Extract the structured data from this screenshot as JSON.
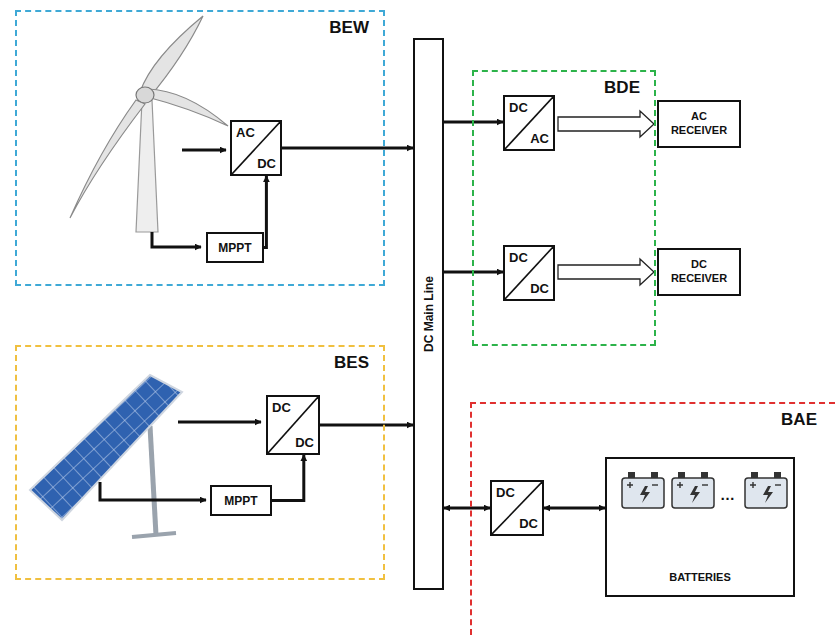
{
  "diagram": {
    "nodes": [
      {
        "text": [
          "BEW"
        ]
      },
      {
        "text": [
          "AC",
          "DC"
        ],
        "in": 0
      },
      {
        "text": [
          "MPPT"
        ],
        "in": 0
      },
      {
        "text": [
          "DC Main Line"
        ]
      },
      {
        "text": [
          "BDE"
        ]
      },
      {
        "text": [
          "DC",
          "AC"
        ],
        "in": 4
      },
      {
        "text": [
          "AC RECEIVER"
        ]
      },
      {
        "text": [
          "DC",
          "DC"
        ],
        "in": 4
      },
      {
        "text": [
          "DC RECEIVER"
        ]
      },
      {
        "text": [
          "BES"
        ]
      },
      {
        "text": [
          "DC",
          "DC"
        ],
        "in": 9
      },
      {
        "text": [
          "MPPT"
        ],
        "in": 9
      },
      {
        "text": [
          "BAE"
        ]
      },
      {
        "text": [
          "DC",
          "DC"
        ],
        "in": 12
      },
      {
        "text": [
          "BATTERIES"
        ],
        "in": 12
      }
    ],
    "edges": [
      {
        "from": 2,
        "to": 1,
        "arrow": "to"
      },
      {
        "from": 1,
        "to": 3,
        "arrow": "to"
      },
      {
        "from": 11,
        "to": 10,
        "arrow": "to"
      },
      {
        "from": 10,
        "to": 3,
        "arrow": "to"
      },
      {
        "from": 3,
        "to": 5,
        "arrow": "to"
      },
      {
        "from": 5,
        "to": 6,
        "arrow": "to"
      },
      {
        "from": 3,
        "to": 7,
        "arrow": "to"
      },
      {
        "from": 7,
        "to": 8,
        "arrow": "to"
      },
      {
        "from": 3,
        "to": 13,
        "arrow": "both"
      },
      {
        "from": 13,
        "to": 14,
        "arrow": "both"
      }
    ],
    "labels": [
      "…"
    ]
  }
}
